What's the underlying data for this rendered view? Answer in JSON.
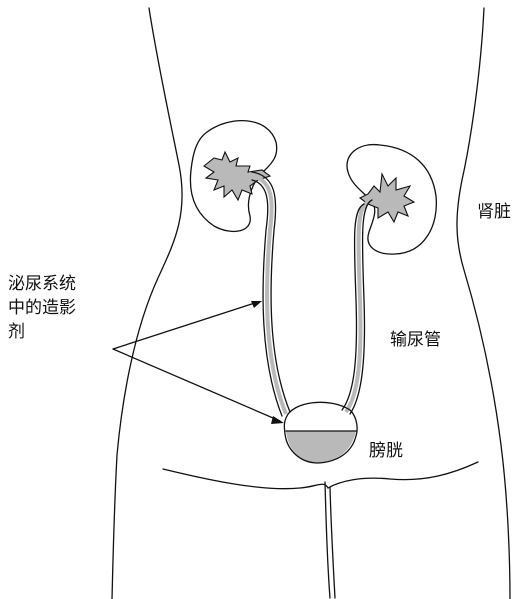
{
  "labels": {
    "kidney": "肾脏",
    "ureter": "输尿管",
    "bladder": "膀胱",
    "contrast_line1": "泌尿系统",
    "contrast_line2": "中的造影",
    "contrast_line3": "剂"
  },
  "colors": {
    "outline": "#111111",
    "contrast_agent": "#b9b9b9",
    "background": "#ffffff"
  }
}
